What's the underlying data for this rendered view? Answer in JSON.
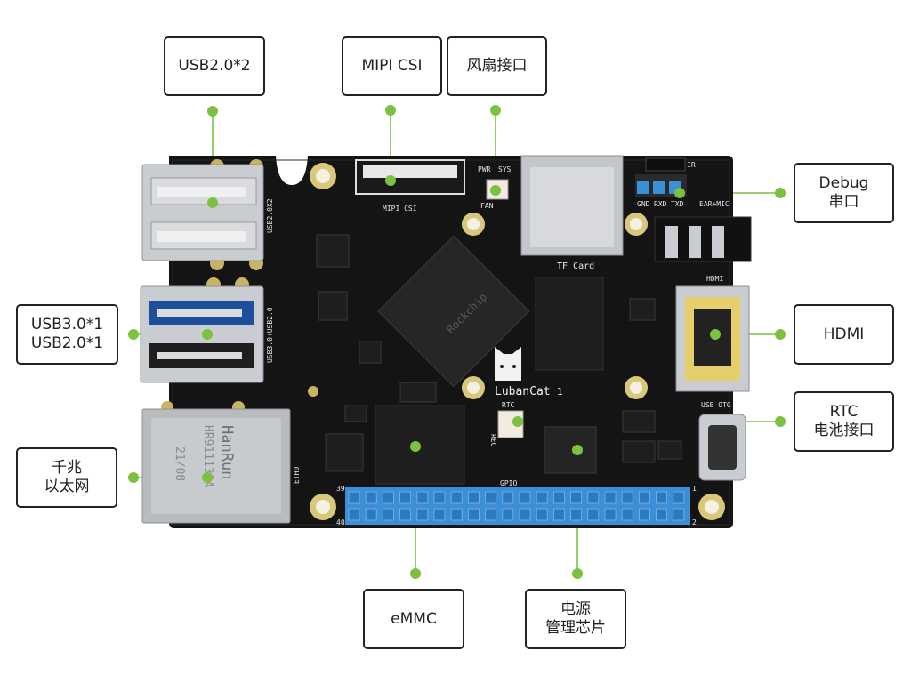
{
  "colors": {
    "accent_green": "#7cc140",
    "pcb": "#141414",
    "gpio_pins": "#3a8fd6",
    "metal": "#c9ccd0"
  },
  "callouts": {
    "usb20x2": {
      "lines": [
        "USB2.0*2"
      ]
    },
    "mipi_csi": {
      "lines": [
        "MIPI CSI"
      ]
    },
    "fan": {
      "lines": [
        "风扇接口"
      ]
    },
    "debug": {
      "lines": [
        "Debug",
        "串口"
      ]
    },
    "usb3_usb2": {
      "lines": [
        "USB3.0*1",
        "USB2.0*1"
      ]
    },
    "hdmi": {
      "lines": [
        "HDMI"
      ]
    },
    "rtc": {
      "lines": [
        "RTC",
        "电池接口"
      ]
    },
    "ethernet": {
      "lines": [
        "千兆",
        "以太网"
      ]
    },
    "emmc": {
      "lines": [
        "eMMC"
      ]
    },
    "pmic": {
      "lines": [
        "电源",
        "管理芯片"
      ]
    }
  },
  "board": {
    "silkscreen": {
      "usb20x2": "USB2.0X2",
      "usb30_usb20": "USB3.0+USB2.0",
      "mipi_csi": "MIPI CSI",
      "pwr": "PWR",
      "sys": "SYS",
      "fan": "FAN",
      "tf_card": "TF Card",
      "gnd": "GND",
      "rxd": "RXD",
      "txd": "TXD",
      "ir": "IR",
      "ear_mic": "EAR+MIC",
      "hdmi": "HDMI",
      "usb_otg": "USB OTG",
      "rtc": "RTC",
      "rec": "REC",
      "gpio": "GPIO",
      "eth0": "ETH0",
      "pin39": "39",
      "pin40": "40",
      "pin1": "1",
      "pin2": "2",
      "brand": "LubanCat",
      "brand_num": "1",
      "soc_mark": "Rockchip",
      "rj45_brand": "HanRun",
      "rj45_model": "HR911130A",
      "rj45_date": "21/08"
    }
  }
}
